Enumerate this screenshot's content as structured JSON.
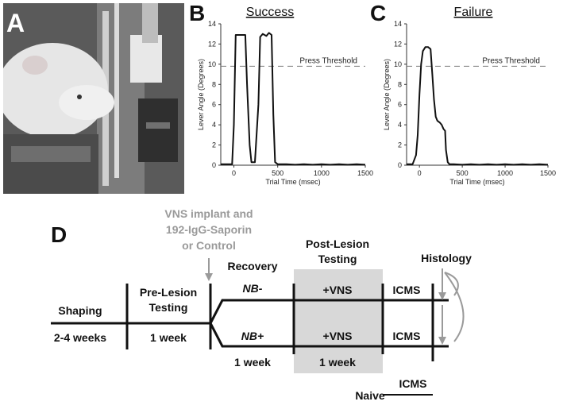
{
  "panels": {
    "a": {
      "letter": "A"
    },
    "b": {
      "letter": "B",
      "title": "Success"
    },
    "c": {
      "letter": "C",
      "title": "Failure"
    },
    "d": {
      "letter": "D"
    }
  },
  "chart_data": [
    {
      "type": "line",
      "title": "Success",
      "xlabel": "Trial Time (msec)",
      "ylabel": "Lever Angle (Degrees)",
      "xlim": [
        -150,
        1500
      ],
      "ylim": [
        0,
        14
      ],
      "xticks": [
        0,
        500,
        1000,
        1500
      ],
      "yticks": [
        0,
        2,
        4,
        6,
        8,
        10,
        12,
        14
      ],
      "threshold": {
        "label": "Press Threshold",
        "value": 9.8
      },
      "series": [
        {
          "x": [
            -150,
            -20,
            0,
            20,
            100,
            130,
            150,
            180,
            200,
            240,
            280,
            300,
            330,
            370,
            400,
            430,
            450,
            470,
            500,
            600,
            700,
            800,
            900,
            1000,
            1100,
            1200,
            1300,
            1400,
            1500
          ],
          "y": [
            0.1,
            0.1,
            4,
            12.9,
            12.9,
            12.9,
            8,
            2,
            0.3,
            0.3,
            6,
            12.7,
            13.0,
            12.8,
            13.1,
            12.9,
            5,
            0.3,
            0.1,
            0.1,
            0.05,
            0.1,
            0.05,
            0.1,
            0.05,
            0.1,
            0.05,
            0.1,
            0.05
          ]
        }
      ]
    },
    {
      "type": "line",
      "title": "Failure",
      "xlabel": "Trial Time (msec)",
      "ylabel": "Lever Angle (Degrees)",
      "xlim": [
        -150,
        1500
      ],
      "ylim": [
        0,
        14
      ],
      "xticks": [
        0,
        500,
        1000,
        1500
      ],
      "yticks": [
        0,
        2,
        4,
        6,
        8,
        10,
        12,
        14
      ],
      "threshold": {
        "label": "Press Threshold",
        "value": 9.8
      },
      "series": [
        {
          "x": [
            -150,
            -80,
            -40,
            -20,
            0,
            20,
            40,
            70,
            100,
            130,
            150,
            170,
            190,
            210,
            240,
            260,
            280,
            300,
            310,
            330,
            350,
            400,
            500,
            600,
            700,
            800,
            900,
            1000,
            1100,
            1200,
            1300,
            1400,
            1500
          ],
          "y": [
            0.1,
            0.1,
            1,
            3,
            7,
            10,
            11.3,
            11.7,
            11.7,
            11.5,
            9,
            6.5,
            4.8,
            4.4,
            4.2,
            4.0,
            3.6,
            3.4,
            1.5,
            0.3,
            0.1,
            0.1,
            0.05,
            0.1,
            0.05,
            0.1,
            0.05,
            0.1,
            0.05,
            0.1,
            0.05,
            0.1,
            0.05
          ]
        }
      ]
    }
  ],
  "timeline": {
    "vns_note": [
      "VNS implant and",
      "192-IgG-Saporin",
      "or Control"
    ],
    "post_lesion_title": [
      "Post-Lesion",
      "Testing"
    ],
    "recovery": "Recovery",
    "histology": "Histology",
    "shaping": "Shaping",
    "shaping_duration": "2-4 weeks",
    "pre_lesion": [
      "Pre-Lesion",
      "Testing"
    ],
    "pre_lesion_duration": "1 week",
    "nb_minus": "NB-",
    "nb_plus": "NB+",
    "vns_top": "+VNS",
    "vns_bottom": "+VNS",
    "icms_top": "ICMS",
    "icms_bottom": "ICMS",
    "recovery_duration": "1 week",
    "post_duration": "1 week",
    "naive_icms": "ICMS",
    "naive": "Naive"
  }
}
